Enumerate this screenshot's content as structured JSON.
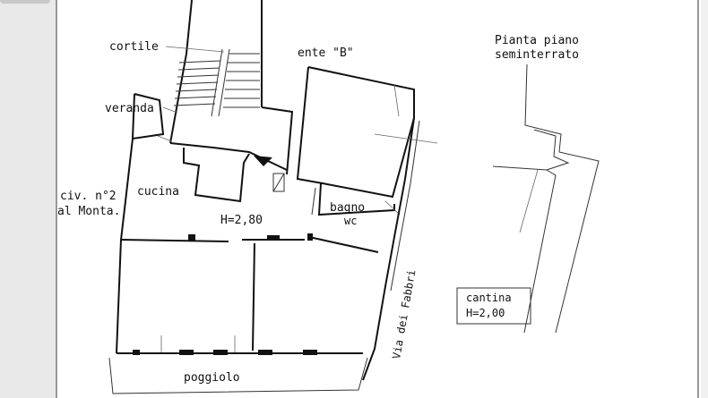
{
  "title": {
    "line1": "Pianta piano",
    "line2": "seminterrato"
  },
  "labels": {
    "cortile": "cortile",
    "ente": "ente \"B\"",
    "veranda": "veranda",
    "civ_line1": "civ. n°2",
    "civ_line2": "al Monta.",
    "cucina": "cucina",
    "bagno": "bagno",
    "wc": "wc",
    "height_main": "H=2,80",
    "via": "Via dei Fabbri",
    "poggiolo": "poggiolo"
  },
  "cantina": {
    "name": "cantina",
    "height": "H=2,00"
  },
  "colors": {
    "ink": "#111111",
    "paper": "#ffffff",
    "margin": "#e9e9e9"
  }
}
